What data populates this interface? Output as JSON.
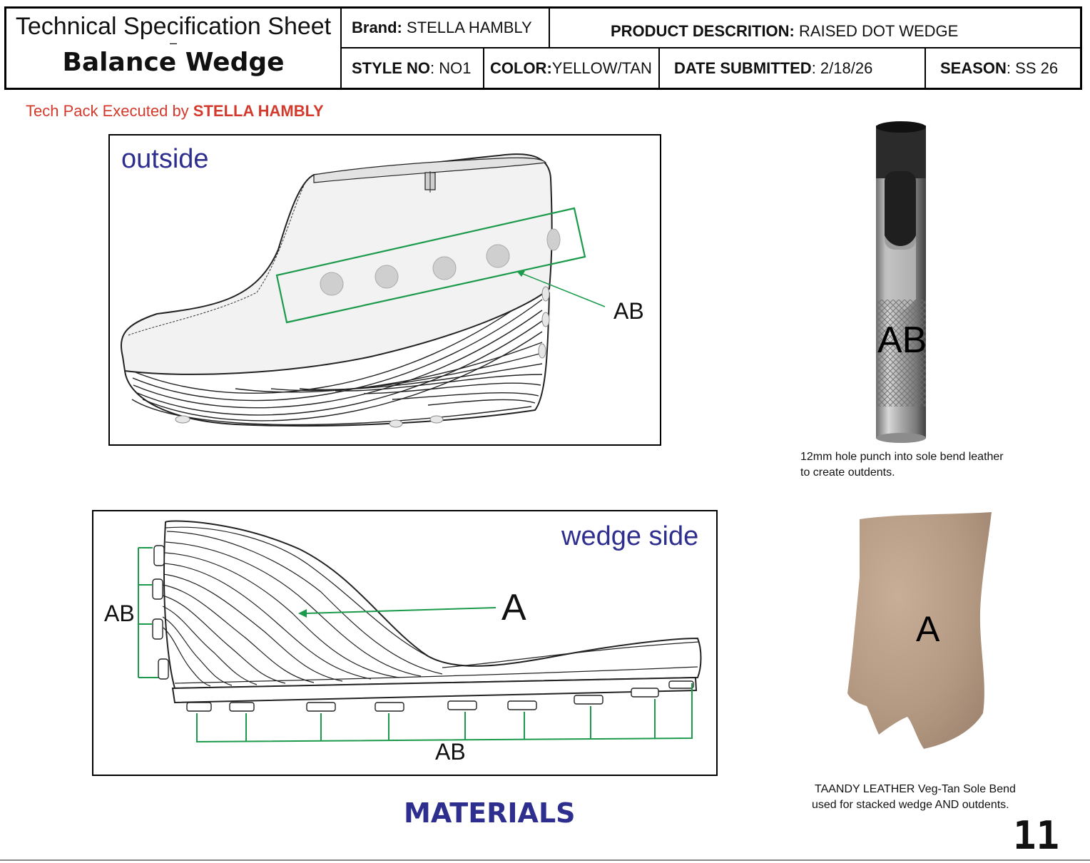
{
  "header": {
    "title_line1": "Technical Specification Sheet",
    "title_dash": "–",
    "title_line2": "Balance Wedge",
    "brand_label": "Brand:",
    "brand_value": "STELLA HAMBLY",
    "product_label": "PRODUCT DESCRITION:",
    "product_value": "RAISED DOT WEDGE",
    "style_label": "STYLE NO",
    "style_value": ": NO1",
    "color_label": "COLOR:",
    "color_value": "YELLOW/TAN",
    "date_label": "DATE SUBMITTED",
    "date_value": ": 2/18/26",
    "season_label": "SEASON",
    "season_value": ": SS 26"
  },
  "executed_by": {
    "prefix": "Tech Pack Executed by ",
    "name": "STELLA HAMBLY"
  },
  "outside_view": {
    "title": "outside",
    "callout": "AB"
  },
  "wedge_view": {
    "title": "wedge side",
    "callout_a": "A",
    "callout_ab_left": "AB",
    "callout_ab_bottom": "AB"
  },
  "punch": {
    "label": "AB",
    "note_line1": "12mm hole punch into sole bend leather",
    "note_line2": "to create outdents."
  },
  "leather": {
    "label": "A",
    "note_line1": "TAANDY LEATHER Veg-Tan Sole Bend",
    "note_line2": "used for stacked wedge AND outdents."
  },
  "section_title": "MATERIALS",
  "page_number": "11",
  "colors": {
    "accent_blue": "#2e2e8f",
    "accent_red": "#d33a2c",
    "callout_green": "#1a9a4a",
    "leather_tan": "#b59a83"
  }
}
